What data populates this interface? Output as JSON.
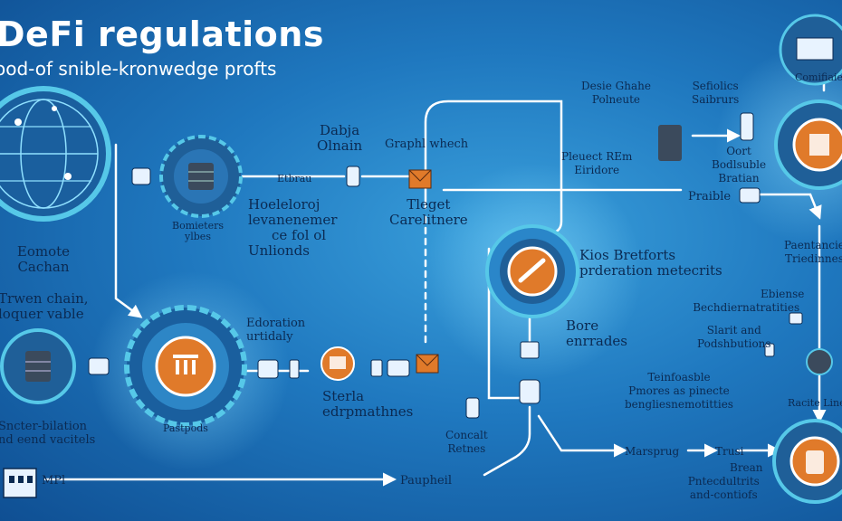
{
  "header": {
    "title": "DeFi regulations",
    "subtitle": "ood-of snible-kronwedge profts"
  },
  "labels": {
    "remote_cachan": [
      "Eomote",
      "Cachan"
    ],
    "twen_chain": [
      "Trwen chain,",
      "loquer vable"
    ],
    "sneter_bilation": [
      "Sncter-bilation",
      "nd eend vacitels"
    ],
    "mpl": "MPl",
    "bometers": [
      "Bomieters",
      "ylbes"
    ],
    "etbrau": "Etbrau",
    "dabja": [
      "Dabja",
      "Olnain"
    ],
    "heoleloroj": [
      "Hoeleloroj",
      "levanenemer",
      "ce fol ol",
      "Unlionds"
    ],
    "edoration": [
      "Edoration",
      "urtidaly"
    ],
    "pastpods": "Pastpods",
    "graphl_which": "Graphl whech",
    "tleget": [
      "Tleget",
      "Carelitnere"
    ],
    "sterla": [
      "Sterla",
      "edrpmathnes"
    ],
    "conealt": [
      "Concalt",
      "Retnes"
    ],
    "paupheil": "Paupheil",
    "desie_ghahe": [
      "Desie Ghahe",
      "Polneute"
    ],
    "sefidlics": [
      "Sefiolics",
      "Saibrurs"
    ],
    "plauer_rem": [
      "Pleuect REm",
      "Eiridore"
    ],
    "oort": [
      "Oort",
      "Bodlsuble",
      "Bratian"
    ],
    "praible": "Praible",
    "kios_bretforts": [
      "Kios Bretforts",
      "prderation metecrits"
    ],
    "bore": [
      "Bore",
      "enrrades"
    ],
    "marsprug": "Marsprug",
    "trusi": "Trusi",
    "brean": [
      "Brean",
      "Pntecdultrits",
      "and-contiofs"
    ],
    "comifiaie": "Comifiaie",
    "paeantaricia": [
      "Paentancie",
      "Triedinnes"
    ],
    "ebiense": [
      "Ebiense",
      "Bechdiernatratities"
    ],
    "siarit": [
      "Slarit and",
      "Podshbutions"
    ],
    "teinfoase": [
      "Teinfoasble",
      "Pmores as pinecte",
      "bengliesnemotitties"
    ],
    "racite_line": "Racite Line"
  },
  "colors": {
    "bg_dark": "#0f4f93",
    "bg_light": "#3aa0dc",
    "ring": "#56c8e8",
    "node_fill": "#1f5f98",
    "accent_orange": "#e07a2a",
    "text_dark": "#0b2a52",
    "line": "#ffffff"
  },
  "icons": {
    "globe": "globe-icon",
    "server": "server-icon",
    "bank": "bank-icon",
    "vault": "vault-icon",
    "envelope": "envelope-icon",
    "phone": "phone-icon",
    "document": "document-icon",
    "factory": "factory-icon"
  }
}
